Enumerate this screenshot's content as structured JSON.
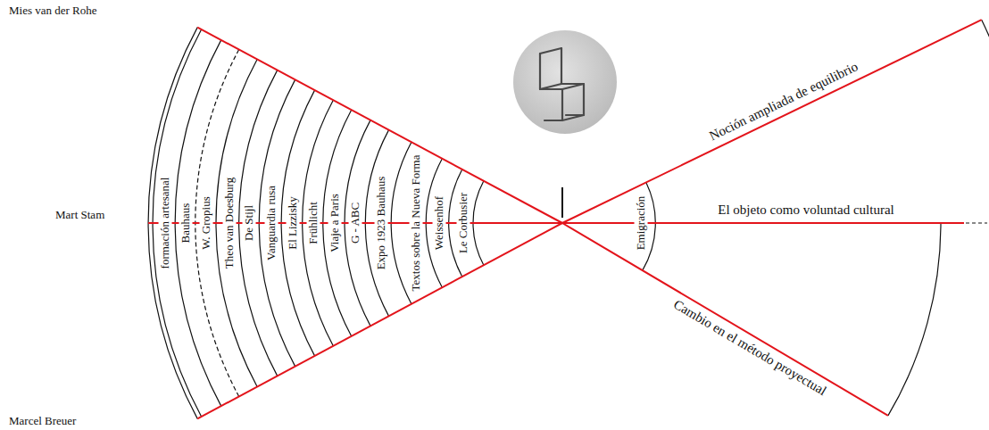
{
  "diagram": {
    "labels": [
      "Mies van der Rohe",
      "Mart Stam",
      "Marcel Breuer",
      "formación artesanal",
      "Bauhaus",
      "W. Gropius",
      "Theo van Doesburg",
      "De Stijl",
      "Vanguardia rusa",
      "El Lizzisky",
      "Frühlicht",
      "Viaje a Paris",
      "G - ABC",
      "Expo 1923 Bauhaus",
      "Textos sobre la Nueva Forma",
      "Weissenhof",
      "Le Corbusier",
      "Noción ampliada de equilibrio",
      "Emigración",
      "El objeto como voluntad cultural",
      "Cambio en el método proyectual"
    ]
  }
}
